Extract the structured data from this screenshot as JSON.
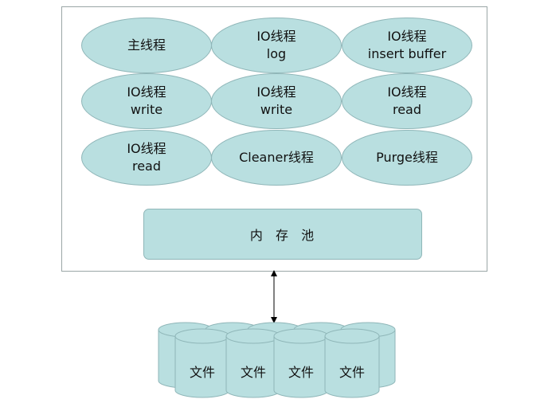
{
  "threads": [
    {
      "line1": "主线程",
      "line2": ""
    },
    {
      "line1": "IO线程",
      "line2": "log"
    },
    {
      "line1": "IO线程",
      "line2": "insert buffer"
    },
    {
      "line1": "IO线程",
      "line2": "write"
    },
    {
      "line1": "IO线程",
      "line2": "write"
    },
    {
      "line1": "IO线程",
      "line2": "read"
    },
    {
      "line1": "IO线程",
      "line2": "read"
    },
    {
      "line1": "Cleaner线程",
      "line2": ""
    },
    {
      "line1": "Purge线程",
      "line2": ""
    }
  ],
  "memory_pool": {
    "label": "内  存  池"
  },
  "files": [
    {
      "label": "文件"
    },
    {
      "label": "文件"
    },
    {
      "label": "文件"
    },
    {
      "label": "文件"
    }
  ],
  "colors": {
    "fill": "#b9dfe0",
    "stroke": "#8fb6b8",
    "frame_border": "#9aa6a6"
  }
}
